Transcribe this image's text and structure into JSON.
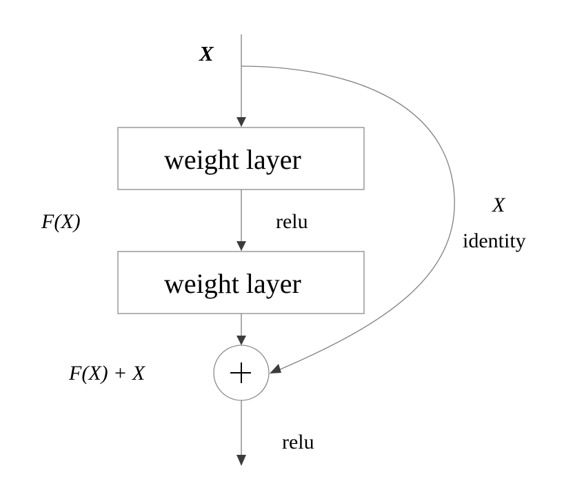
{
  "diagram": {
    "type": "residual-block",
    "input_label": "X",
    "residual_label": "F(X)",
    "output_label": "F(X)+X",
    "nodes": [
      {
        "id": "weight-layer-1",
        "label": "weight layer"
      },
      {
        "id": "weight-layer-2",
        "label": "weight layer"
      },
      {
        "id": "add",
        "label": "+"
      }
    ],
    "edges": [
      {
        "from": "input",
        "to": "weight-layer-1",
        "label": ""
      },
      {
        "from": "weight-layer-1",
        "to": "weight-layer-2",
        "label": "relu"
      },
      {
        "from": "weight-layer-2",
        "to": "add",
        "label": ""
      },
      {
        "from": "input",
        "to": "add",
        "label": "identity",
        "sublabel": "X"
      },
      {
        "from": "add",
        "to": "output",
        "label": "relu"
      }
    ],
    "skip_label_var": "X",
    "skip_label_text": "identity",
    "relu_middle": "relu",
    "relu_bottom": "relu",
    "colors": {
      "line": "#7f7f7f",
      "arrow": "#3c3c3c",
      "text": "#000000",
      "background": "#ffffff"
    }
  }
}
